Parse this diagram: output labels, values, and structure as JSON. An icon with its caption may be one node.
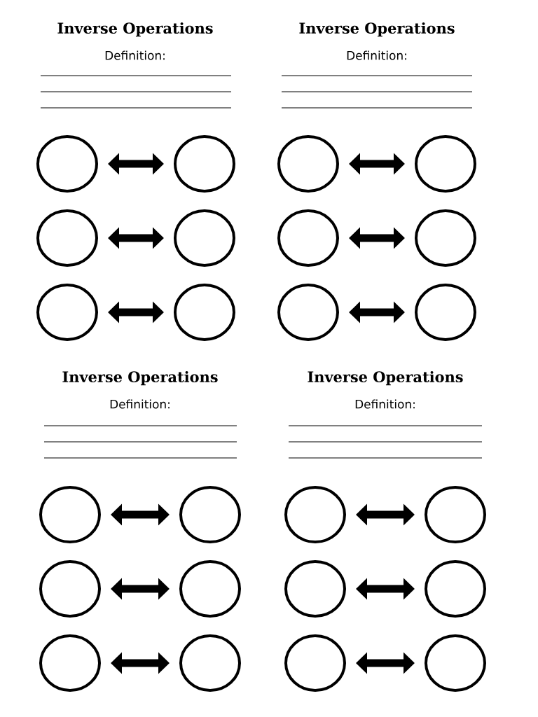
{
  "diagram": {
    "nodes": [
      {
        "text": [],
        "shape": "circle"
      },
      {
        "text": [],
        "shape": "circle"
      },
      {
        "text": [],
        "shape": "circle"
      },
      {
        "text": [],
        "shape": "circle"
      },
      {
        "text": [],
        "shape": "circle"
      },
      {
        "text": [],
        "shape": "circle"
      },
      {
        "text": [],
        "shape": "circle"
      },
      {
        "text": [],
        "shape": "circle"
      },
      {
        "text": [],
        "shape": "circle"
      },
      {
        "text": [],
        "shape": "circle"
      },
      {
        "text": [],
        "shape": "circle"
      },
      {
        "text": [],
        "shape": "circle"
      },
      {
        "text": [],
        "shape": "circle"
      },
      {
        "text": [],
        "shape": "circle"
      },
      {
        "text": [],
        "shape": "circle"
      },
      {
        "text": [],
        "shape": "circle"
      },
      {
        "text": [],
        "shape": "circle"
      },
      {
        "text": [],
        "shape": "circle"
      },
      {
        "text": [],
        "shape": "circle"
      },
      {
        "text": [],
        "shape": "circle"
      },
      {
        "text": [],
        "shape": "circle"
      },
      {
        "text": [],
        "shape": "circle"
      },
      {
        "text": [],
        "shape": "circle"
      },
      {
        "text": [],
        "shape": "circle"
      }
    ],
    "edges": [
      {
        "from": 0,
        "to": 1,
        "arrow": "both"
      },
      {
        "from": 2,
        "to": 3,
        "arrow": "both"
      },
      {
        "from": 4,
        "to": 5,
        "arrow": "both"
      },
      {
        "from": 6,
        "to": 7,
        "arrow": "both"
      },
      {
        "from": 8,
        "to": 9,
        "arrow": "both"
      },
      {
        "from": 10,
        "to": 11,
        "arrow": "both"
      },
      {
        "from": 12,
        "to": 13,
        "arrow": "both"
      },
      {
        "from": 14,
        "to": 15,
        "arrow": "both"
      },
      {
        "from": 16,
        "to": 17,
        "arrow": "both"
      },
      {
        "from": 18,
        "to": 19,
        "arrow": "both"
      },
      {
        "from": 20,
        "to": 21,
        "arrow": "both"
      },
      {
        "from": 22,
        "to": 23,
        "arrow": "both"
      }
    ],
    "labels": [
      "Inverse Operations",
      "Inverse Operations",
      "Definition:",
      "Definition:",
      "Inverse Operations",
      "Inverse Operations",
      "Definition:",
      "Definition:"
    ]
  }
}
